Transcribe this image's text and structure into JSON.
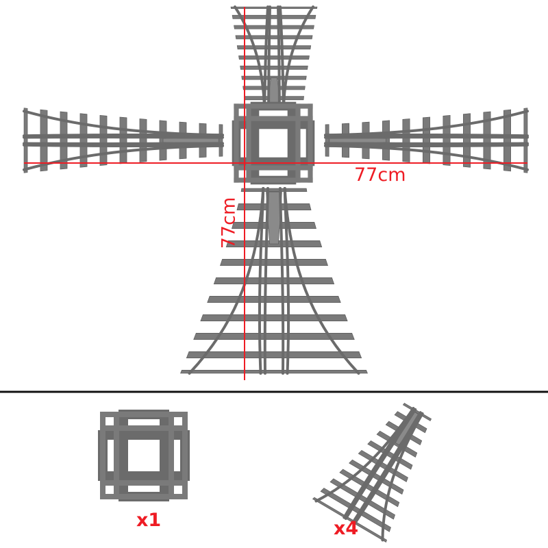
{
  "dimensions": {
    "width_label": "77cm",
    "height_label": "77cm"
  },
  "parts": [
    {
      "name": "crossing",
      "quantity_label": "x1"
    },
    {
      "name": "switch",
      "quantity_label": "x4"
    }
  ],
  "colors": {
    "annotation": "#ee1c24",
    "track": "#6b6b6b",
    "divider": "#111111"
  }
}
